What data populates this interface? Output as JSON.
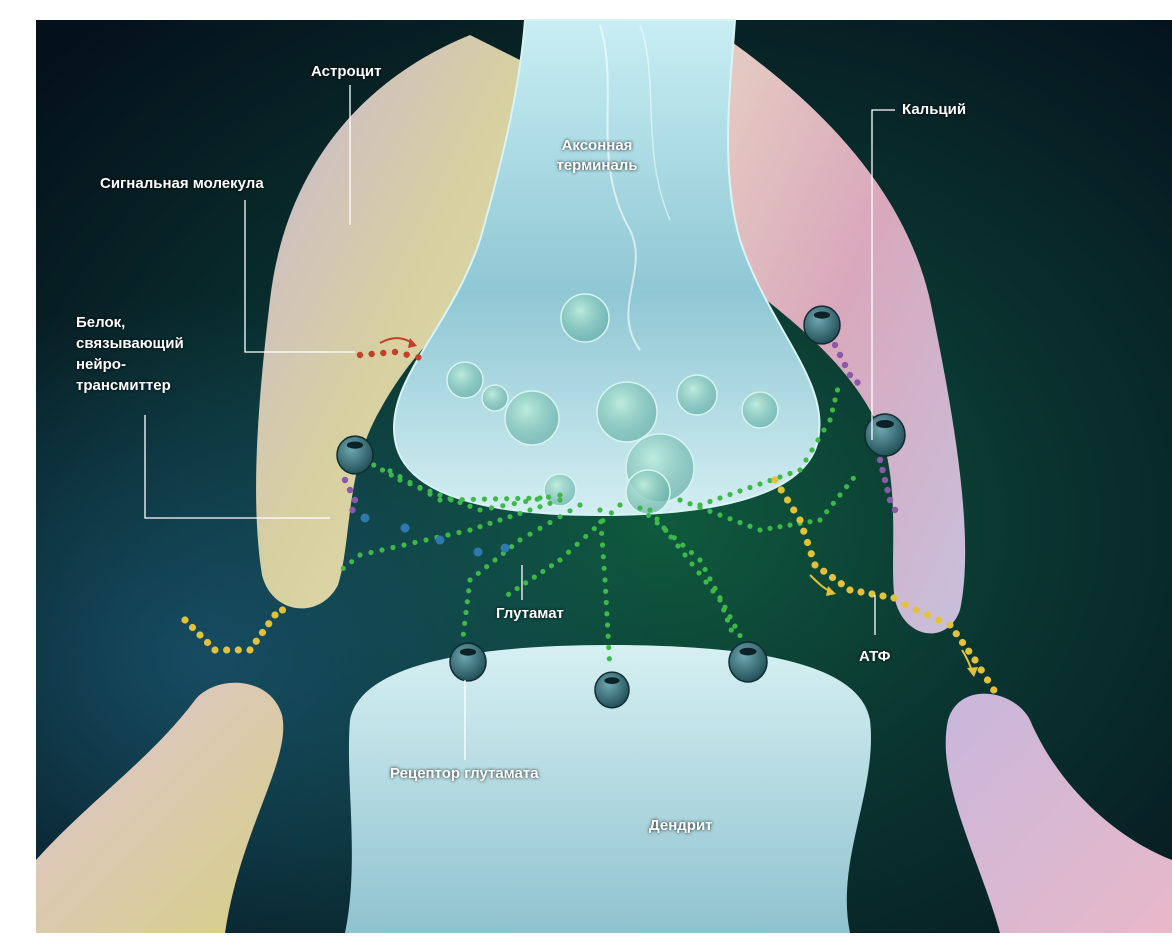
{
  "labels": {
    "astrocyte": "Астроцит",
    "calcium": "Кальций",
    "axon_terminal_line1": "Аксонная",
    "axon_terminal_line2": "терминаль",
    "signal_molecule": "Сигнальная молекула",
    "binding_protein_line1": "Белок,",
    "binding_protein_line2": "связывающий",
    "binding_protein_line3": "нейро-",
    "binding_protein_line4": "трансмиттер",
    "glutamate": "Глутамат",
    "atp": "АТФ",
    "glutamate_receptor": "Рецептор глутамата",
    "dendrite": "Дендрит"
  },
  "colors": {
    "background_dark": "#061a1c",
    "glutamate_dots": "#3fb84a",
    "atp_dots": "#e2c23a",
    "calcium_dots": "#8a5aa8",
    "signal_dots": "#c2402a",
    "protein_dots": "#2f78b0",
    "cell_body": "#a9d6e0",
    "astrocyte_warm": "#d9b3c2",
    "astrocyte_yellow": "#d8cc7a"
  }
}
